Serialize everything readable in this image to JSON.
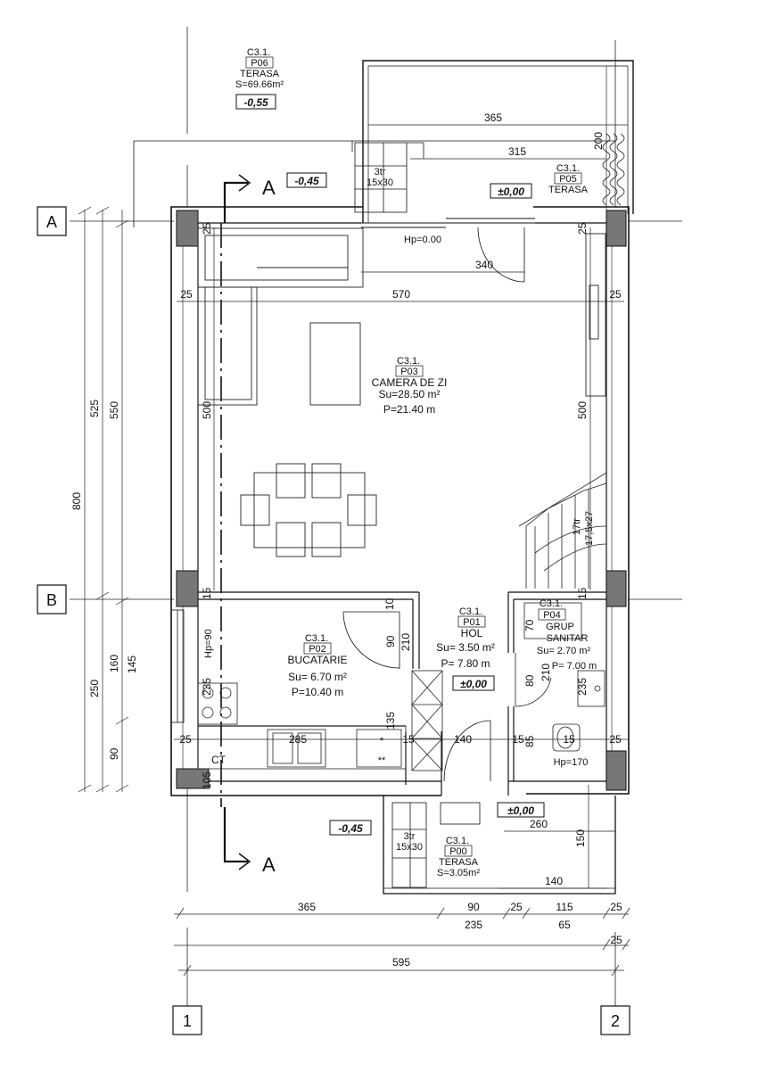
{
  "rooms": {
    "p06": {
      "code": "C3.1.",
      "num": "P06",
      "name": "TERASA",
      "area": "S=69.66m²",
      "level": "-0,55"
    },
    "p05": {
      "code": "C3.1.",
      "num": "P05",
      "name": "TERASA",
      "level": "±0,00"
    },
    "p03": {
      "code": "C3.1.",
      "num": "P03",
      "name": "CAMERA DE ZI",
      "area": "Su=28.50 m²",
      "perim": "P=21.40 m"
    },
    "p02": {
      "code": "C3.1.",
      "num": "P02",
      "name": "BUCATARIE",
      "area": "Su= 6.70 m²",
      "perim": "P=10.40 m"
    },
    "p01": {
      "code": "C3.1.",
      "num": "P01",
      "name": "HOL",
      "area": "Su= 3.50 m²",
      "perim": "P= 7.80 m",
      "level": "±0,00"
    },
    "p04": {
      "code": "C3.1.",
      "num": "P04",
      "name": "GRUP SANITAR",
      "name1": "GRUP",
      "name2": "SANITAR",
      "area": "Su= 2.70 m²",
      "perim": "P= 7.00 m"
    },
    "p00": {
      "code": "C3.1.",
      "num": "P00",
      "name": "TERASA",
      "area": "S=3.05m²",
      "level": "±0,00"
    }
  },
  "levels": {
    "upper_left": "-0,45",
    "lower_left": "-0,45"
  },
  "stairs": {
    "top_count": "3tr",
    "top_size": "15x30",
    "bottom_count": "3tr",
    "bottom_size": "15x30",
    "inner": "17tr",
    "inner_size": "17,5x27"
  },
  "section": {
    "top": "A",
    "bottom": "A"
  },
  "grid": {
    "a": "A",
    "b": "B",
    "c1": "1",
    "c2": "2"
  },
  "notes": {
    "hp_top": "Hp=0.00",
    "hp_left": "Hp=90",
    "hp_wc": "Hp=170",
    "ct": "CT",
    "star1": "*",
    "star2": "**"
  },
  "dims": {
    "d365_top": "365",
    "d315": "315",
    "d200": "200",
    "d340": "340",
    "d570": "570",
    "d25_a": "25",
    "d25_b": "25",
    "d25_c": "25",
    "d25_d": "25",
    "d25_e": "25",
    "d25_f": "25",
    "d500_l": "500",
    "d500_r": "500",
    "d15_a": "15",
    "d15_b": "15",
    "d15_c": "15",
    "d15_d": "15",
    "d10": "10",
    "d90_v": "90",
    "d210_a": "210",
    "d135": "135",
    "d285": "285",
    "d140_a": "140",
    "d85": "85",
    "d15_e": "15",
    "d70": "70",
    "d80": "80",
    "d210_b": "210",
    "d235_v": "235",
    "d235_c": "235",
    "d105": "105",
    "d260": "260",
    "d150": "150",
    "d140_b": "140",
    "left525": "525",
    "left550": "550",
    "left800": "800",
    "left250": "250",
    "left160": "160",
    "left145": "145",
    "left90": "90",
    "b365": "365",
    "b90": "90",
    "b25a": "25",
    "b115": "115",
    "b25b": "25",
    "b235": "235",
    "b65": "65",
    "b25c": "25",
    "b595": "595"
  }
}
